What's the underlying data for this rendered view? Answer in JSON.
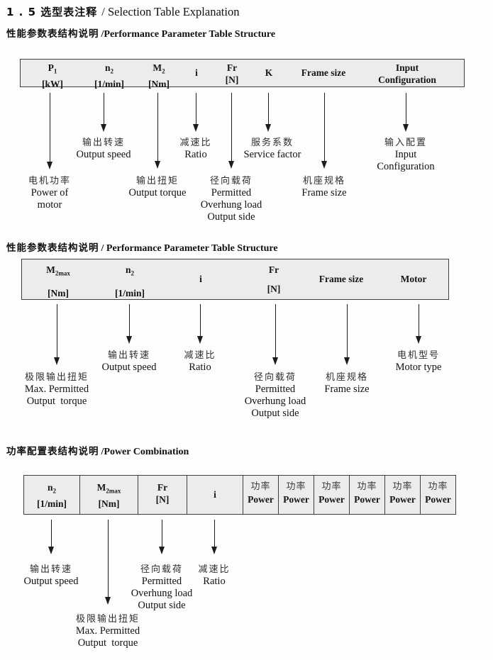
{
  "page": {
    "title": {
      "cn": "1 . 5 选型表注释",
      "en": "/  Selection Table Explanation"
    }
  },
  "sections": [
    {
      "heading": {
        "cn": "性能参数表结构说明",
        "en": "/Performance Parameter Table Structure"
      },
      "table": {
        "columns": [
          {
            "l1": "P",
            "sub": "1",
            "l2": "[kW]"
          },
          {
            "l1": "n",
            "sub": "2",
            "l2": "[1/min]"
          },
          {
            "l1": "M",
            "sub": "2",
            "l2": "[Nm]"
          },
          {
            "l1": "i"
          },
          {
            "l1": "Fr",
            "l2": "[N]"
          },
          {
            "l1": "K"
          },
          {
            "l1": "Frame size"
          },
          {
            "l1": "Input",
            "l2": "Configuration"
          }
        ]
      },
      "callouts": [
        {
          "for": "P1",
          "lines": [
            "电机功率",
            "Power of",
            "motor"
          ]
        },
        {
          "for": "n2",
          "lines": [
            "输出转速",
            "Output speed"
          ]
        },
        {
          "for": "M2",
          "lines": [
            "输出扭矩",
            "Output torque"
          ]
        },
        {
          "for": "i",
          "lines": [
            "减速比",
            "Ratio"
          ]
        },
        {
          "for": "Fr",
          "lines": [
            "径向载荷",
            "Permitted",
            "Overhung load",
            "Output side"
          ]
        },
        {
          "for": "K",
          "lines": [
            "服务系数",
            "Service factor"
          ]
        },
        {
          "for": "FrameSize",
          "lines": [
            "机座规格",
            "Frame size"
          ]
        },
        {
          "for": "InputConfiguration",
          "lines": [
            "输入配置",
            "Input",
            "Configuration"
          ]
        }
      ]
    },
    {
      "heading": {
        "cn": "性能参数表结构说明",
        "en": "/ Performance Parameter Table Structure"
      },
      "table": {
        "columns": [
          {
            "l1": "M",
            "sub": "2max",
            "l2": "[Nm]"
          },
          {
            "l1": "n",
            "sub": "2",
            "l2": "[1/min]"
          },
          {
            "l1": "i"
          },
          {
            "l1": "Fr",
            "l2": "[N]"
          },
          {
            "l1": "Frame size"
          },
          {
            "l1": "Motor"
          }
        ]
      },
      "callouts": [
        {
          "for": "M2max",
          "lines": [
            "极限输出扭矩",
            "Max. Permitted",
            "Output  torque"
          ]
        },
        {
          "for": "n2",
          "lines": [
            "输出转速",
            "Output speed"
          ]
        },
        {
          "for": "i",
          "lines": [
            "减速比",
            "Ratio"
          ]
        },
        {
          "for": "Fr",
          "lines": [
            "径向载荷",
            "Permitted",
            "Overhung load",
            "Output side"
          ]
        },
        {
          "for": "FrameSize",
          "lines": [
            "机座规格",
            "Frame size"
          ]
        },
        {
          "for": "Motor",
          "lines": [
            "电机型号",
            "Motor type"
          ]
        }
      ]
    },
    {
      "heading": {
        "cn": "功率配置表结构说明",
        "en": "/Power Combination"
      },
      "table": {
        "columns": [
          {
            "l1": "n",
            "sub": "2",
            "l2": "[1/min]"
          },
          {
            "l1": "M",
            "sub": "2max",
            "l2": "[Nm]"
          },
          {
            "l1": "Fr",
            "l2": "[N]"
          },
          {
            "l1": "i"
          }
        ],
        "power_columns": [
          {
            "cn": "功率",
            "en": "Power"
          },
          {
            "cn": "功率",
            "en": "Power"
          },
          {
            "cn": "功率",
            "en": "Power"
          },
          {
            "cn": "功率",
            "en": "Power"
          },
          {
            "cn": "功率",
            "en": "Power"
          },
          {
            "cn": "功率",
            "en": "Power"
          }
        ]
      },
      "callouts": [
        {
          "for": "n2",
          "lines": [
            "输出转速",
            "Output speed"
          ]
        },
        {
          "for": "M2max",
          "lines": [
            "极限输出扭矩",
            "Max. Permitted",
            "Output  torque"
          ]
        },
        {
          "for": "Fr",
          "lines": [
            "径向载荷",
            "Permitted",
            "Overhung load",
            "Output side"
          ]
        },
        {
          "for": "i",
          "lines": [
            "减速比",
            "Ratio"
          ]
        }
      ]
    }
  ]
}
